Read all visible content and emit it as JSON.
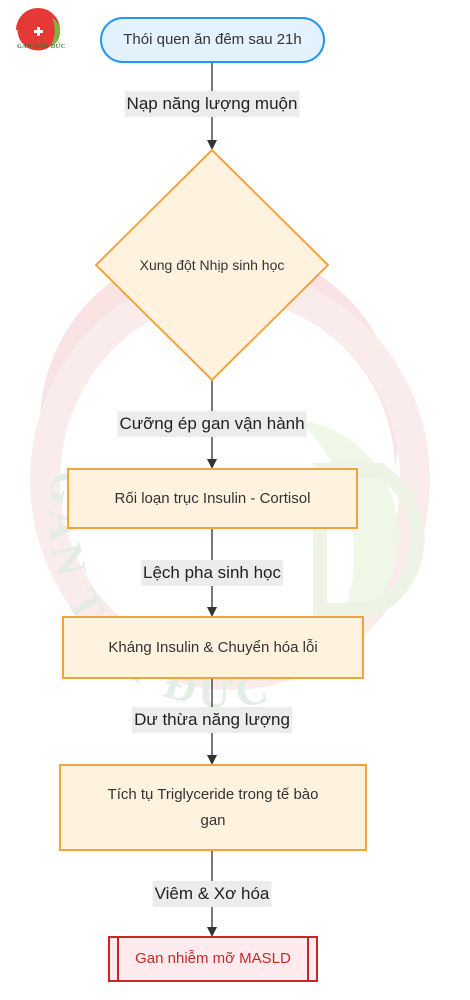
{
  "logo": {
    "text": "GAN TAM ĐỨC"
  },
  "watermark": {
    "text": "GAN TÂM ĐỨC"
  },
  "nodes": {
    "start": "Thói quen ăn đêm sau 21h",
    "decision": "Xung đột Nhịp sinh học",
    "step1": "Rối loạn trục Insulin - Cortisol",
    "step2": "Kháng Insulin & Chuyển hóa lỗi",
    "step3": "Tích tụ Triglyceride trong tế bào gan",
    "end": "Gan nhiễm mỡ MASLD"
  },
  "edges": {
    "e1": "Nạp năng lượng muộn",
    "e2": "Cưỡng ép gan vận hành",
    "e3": "Lệch pha sinh học",
    "e4": "Dư thừa năng lượng",
    "e5": "Viêm & Xơ hóa"
  },
  "colors": {
    "start_fill": "#e3f2fd",
    "start_stroke": "#2196f3",
    "process_fill": "#fff3e0",
    "process_stroke": "#f4a23c",
    "end_fill": "#ffebee",
    "end_stroke": "#c62828",
    "edge": "#333333",
    "edge_label_bg": "#ececec"
  }
}
